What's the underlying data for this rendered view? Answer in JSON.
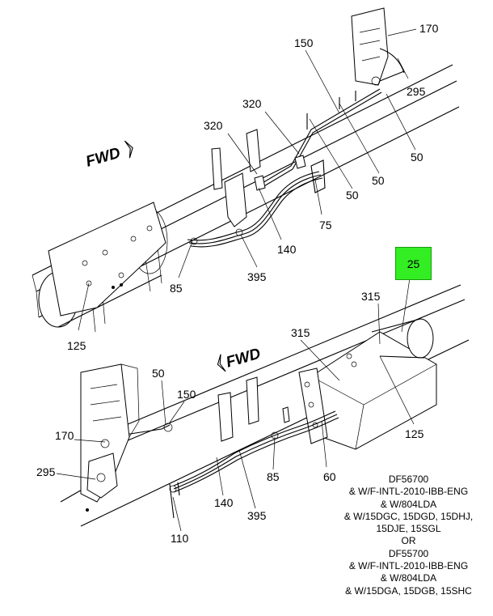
{
  "fwd_labels": {
    "upper": "FWD",
    "lower": "FWD"
  },
  "callouts": [
    {
      "id": "c170a",
      "text": "170"
    },
    {
      "id": "c150a",
      "text": "150"
    },
    {
      "id": "c295a",
      "text": "295"
    },
    {
      "id": "c320a",
      "text": "320"
    },
    {
      "id": "c320b",
      "text": "320"
    },
    {
      "id": "c50a",
      "text": "50"
    },
    {
      "id": "c50b",
      "text": "50"
    },
    {
      "id": "c50c",
      "text": "50"
    },
    {
      "id": "c75",
      "text": "75"
    },
    {
      "id": "c140a",
      "text": "140"
    },
    {
      "id": "c85a",
      "text": "85"
    },
    {
      "id": "c395a",
      "text": "395"
    },
    {
      "id": "c125a",
      "text": "125"
    },
    {
      "id": "c315a",
      "text": "315"
    },
    {
      "id": "c315b",
      "text": "315"
    },
    {
      "id": "c50d",
      "text": "50"
    },
    {
      "id": "c150b",
      "text": "150"
    },
    {
      "id": "c170b",
      "text": "170"
    },
    {
      "id": "c295b",
      "text": "295"
    },
    {
      "id": "c125b",
      "text": "125"
    },
    {
      "id": "c85b",
      "text": "85"
    },
    {
      "id": "c60",
      "text": "60"
    },
    {
      "id": "c140b",
      "text": "140"
    },
    {
      "id": "c395b",
      "text": "395"
    },
    {
      "id": "c110",
      "text": "110"
    }
  ],
  "highlight": {
    "text": "25",
    "color": "#33ee22"
  },
  "note_lines": [
    "DF56700",
    "& W/F-INTL-2010-IBB-ENG",
    "& W/804LDA",
    "& W/15DGC, 15DGD, 15DHJ,",
    "15DJE, 15SGL",
    "OR",
    "DF55700",
    "& W/F-INTL-2010-IBB-ENG",
    "& W/804LDA",
    "& W/15DGA, 15DGB, 15SHC"
  ]
}
